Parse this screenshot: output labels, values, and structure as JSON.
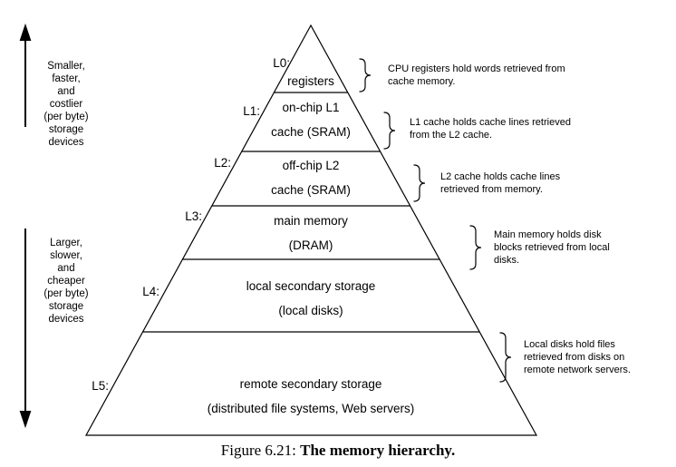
{
  "colors": {
    "ink": "#000000",
    "background": "#ffffff"
  },
  "icons": {
    "up_arrow": "up-arrow",
    "down_arrow": "down-arrow",
    "brace": "right-curly-brace"
  },
  "side": {
    "top_text": "Smaller,\nfaster,\nand\ncostlier\n(per byte)\nstorage\ndevices",
    "bottom_text": "Larger,\nslower,\nand\ncheaper\n(per byte)\nstorage\ndevices"
  },
  "levels": [
    {
      "label": "L0:",
      "name": "registers",
      "detail": ""
    },
    {
      "label": "L1:",
      "name": "on-chip L1",
      "detail": "cache (SRAM)"
    },
    {
      "label": "L2:",
      "name": "off-chip L2",
      "detail": "cache (SRAM)"
    },
    {
      "label": "L3:",
      "name": "main memory",
      "detail": "(DRAM)"
    },
    {
      "label": "L4:",
      "name": "local secondary storage",
      "detail": "(local disks)"
    },
    {
      "label": "L5:",
      "name": "remote secondary storage",
      "detail": "(distributed file systems, Web servers)"
    }
  ],
  "annotations": [
    "CPU registers hold words retrieved from\ncache memory.",
    "L1 cache holds cache lines retrieved\nfrom the L2 cache.",
    "L2 cache holds cache lines\nretrieved from memory.",
    "Main memory holds disk\nblocks retrieved from local\ndisks.",
    "Local disks hold files\nretrieved from disks on\nremote network servers."
  ],
  "caption": {
    "figure": "Figure 6.21: ",
    "title": "The memory hierarchy."
  }
}
